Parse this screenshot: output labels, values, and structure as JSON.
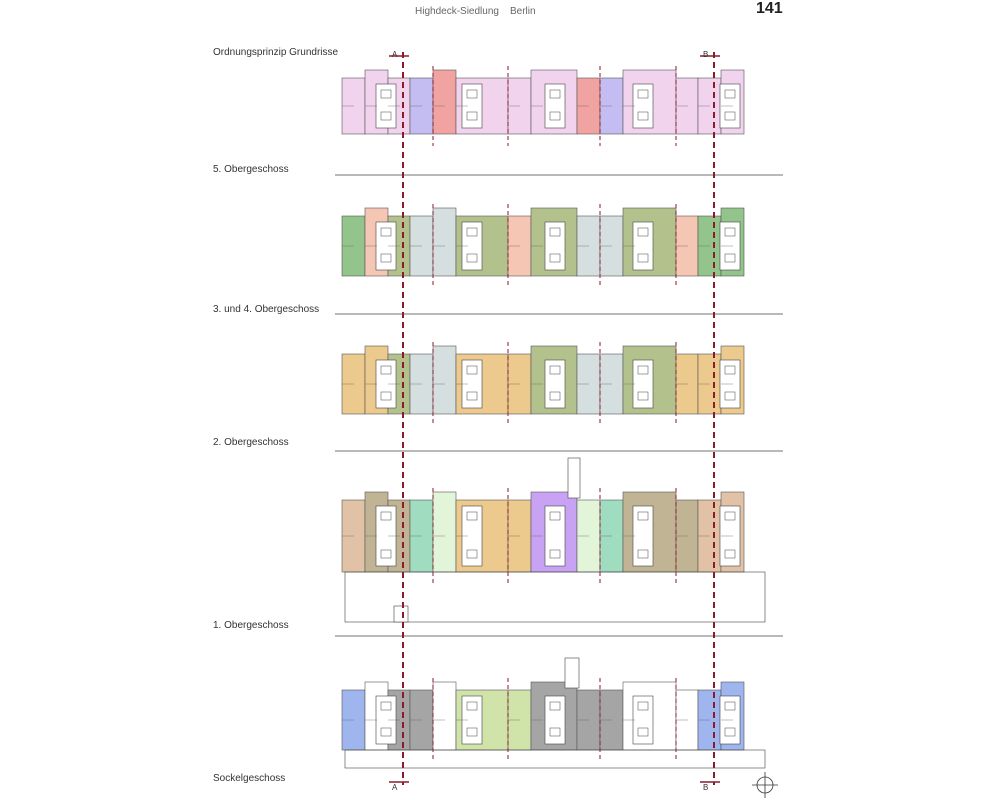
{
  "header": {
    "title": "Highdeck-Siedlung",
    "city": "Berlin",
    "page_number": "141"
  },
  "levels": [
    {
      "label": "Ordnungsprinzip Grundrisse"
    },
    {
      "label": "5. Obergeschoss"
    },
    {
      "label": "3. und 4. Obergeschoss"
    },
    {
      "label": "2. Obergeschoss"
    },
    {
      "label": "1. Obergeschoss"
    },
    {
      "label": "Sockelgeschoss"
    }
  ],
  "section_markers": {
    "a": "A",
    "b": "B"
  },
  "colors": {
    "section_line": "#8b1a2b",
    "pink": "#f1d3ee",
    "blue_violet": "#c4bdf2",
    "salmon": "#f0a3a0",
    "green": "#93c48b",
    "peach": "#f5c6b3",
    "grey_blue": "#d6dfe0",
    "olive": "#b3c28c",
    "tan": "#ecc98d",
    "brown_grey": "#c1b494",
    "mint": "#9fdcc0",
    "light_green": "#e3f5d8",
    "violet": "#c8a2f3",
    "dark_grey": "#a5a5a5",
    "lime": "#d0e3a8",
    "sky": "#9fb5ee",
    "light_brown": "#e1c2a7"
  }
}
